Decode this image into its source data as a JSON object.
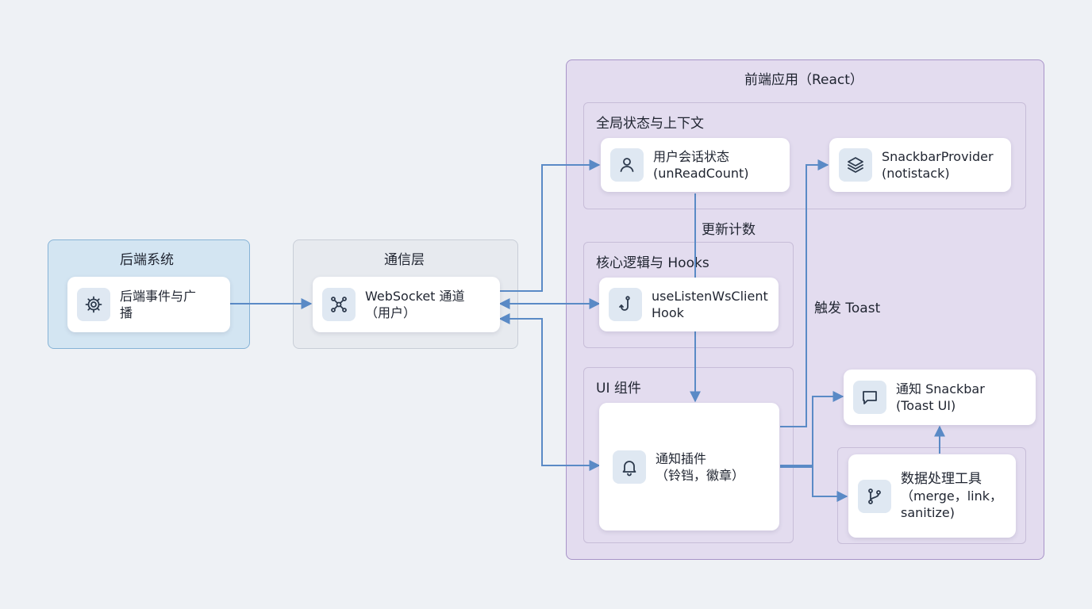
{
  "groups": {
    "backend": "后端系统",
    "comm": "通信层",
    "frontend": "前端应用（React）",
    "global_state": "全局状态与上下文",
    "core": "核心逻辑与 Hooks",
    "ui": "UI 组件"
  },
  "nodes": {
    "backend_events": {
      "line1": "后端事件与广",
      "line2": "播",
      "icon": "gear-icon"
    },
    "websocket": {
      "line1": "WebSocket 通道",
      "line2": "（用户）",
      "icon": "network-icon"
    },
    "user_session": {
      "line1": "用户会话状态",
      "line2": "(unReadCount)",
      "icon": "user-icon"
    },
    "snackbar_provider": {
      "line1": "SnackbarProvider",
      "line2": "(notistack)",
      "icon": "layers-icon"
    },
    "use_listen": {
      "line1": "useListenWsClient",
      "line2": "Hook",
      "icon": "hook-icon"
    },
    "notify_plugin": {
      "line1": "通知插件",
      "line2": "（铃铛，徽章）",
      "icon": "bell-icon"
    },
    "notify_snackbar": {
      "line1": "通知 Snackbar",
      "line2": "(Toast UI)",
      "icon": "message-icon"
    },
    "data_tools": {
      "line1": "数据处理工具",
      "line2": "（merge，link，",
      "line3": "sanitize)",
      "icon": "git-branch-icon"
    }
  },
  "edge_labels": {
    "update_count": "更新计数",
    "trigger_toast": "触发 Toast"
  },
  "colors": {
    "edge": "#5a8ac6",
    "backend_fill": "#d3e5f2",
    "frontend_fill": "#e3dcef"
  }
}
